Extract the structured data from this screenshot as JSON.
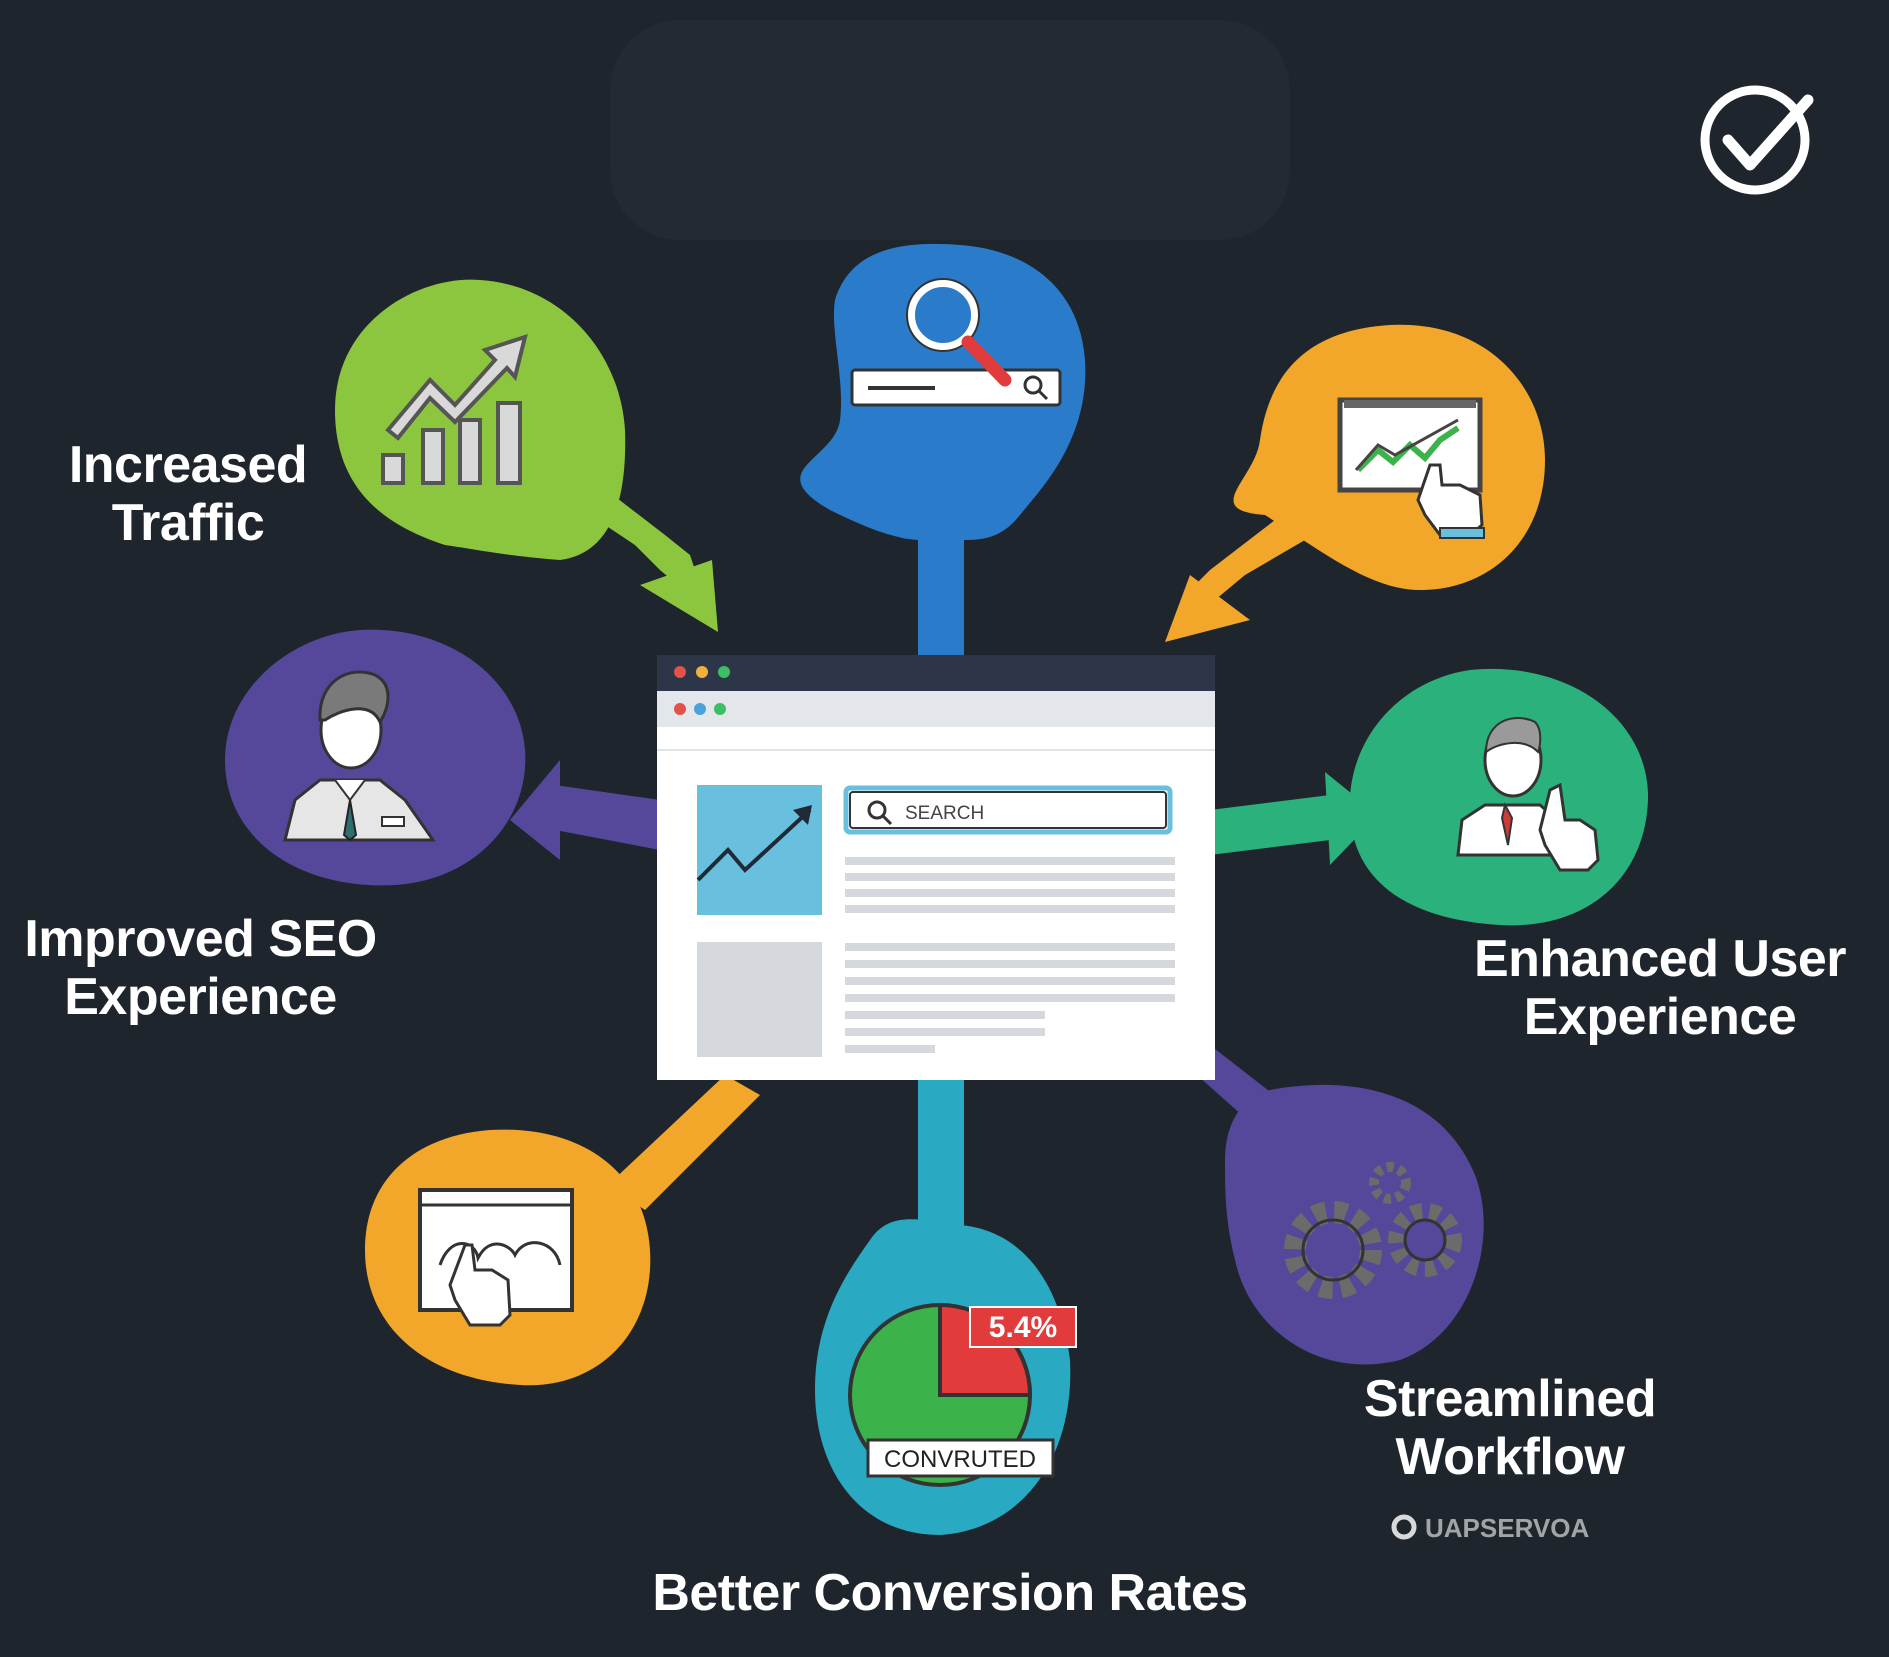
{
  "colors": {
    "background": "#1f252c",
    "green": "#8cc63f",
    "blue": "#2a7bc9",
    "orange": "#f2a62a",
    "purple": "#55479a",
    "teal_green": "#2bb17c",
    "cyan": "#2aa9c2",
    "browser_frame": "#ffffff",
    "browser_titlebar": "#2d3548",
    "chart_tile": "#69c0de"
  },
  "nodes": [
    {
      "id": "increased-traffic",
      "icon": "bar-chart-growth-icon",
      "color": "green",
      "label_lines": [
        "Increased",
        "Traffic"
      ]
    },
    {
      "id": "search",
      "icon": "magnifier-search-bar-icon",
      "color": "blue",
      "label_lines": []
    },
    {
      "id": "analytics-click",
      "icon": "monitor-chart-click-icon",
      "color": "orange",
      "label_lines": []
    },
    {
      "id": "improved-seo",
      "icon": "businessman-icon",
      "color": "purple",
      "label_lines": [
        "Improved SEO",
        "Experience"
      ]
    },
    {
      "id": "enhanced-ux",
      "icon": "user-pointing-icon",
      "color": "teal_green",
      "label_lines": [
        "Enhanced User",
        "Experience"
      ]
    },
    {
      "id": "interactive-content",
      "icon": "screen-hand-click-icon",
      "color": "orange",
      "label_lines": []
    },
    {
      "id": "conversion",
      "icon": "pie-chart-percent-icon",
      "color": "cyan",
      "label_lines": [
        "Better Conversion Rates"
      ]
    },
    {
      "id": "workflow",
      "icon": "gears-icon",
      "color": "purple",
      "label_lines": [
        "Streamlined",
        "Workflow"
      ]
    }
  ],
  "browser": {
    "search_placeholder": "SEARCH"
  },
  "conversion_badge": {
    "percent": "5.4%",
    "tag": "CONVRUTED"
  },
  "workflow_caption": "UAPSERVOA",
  "top_right_icon": "check-circle-icon"
}
